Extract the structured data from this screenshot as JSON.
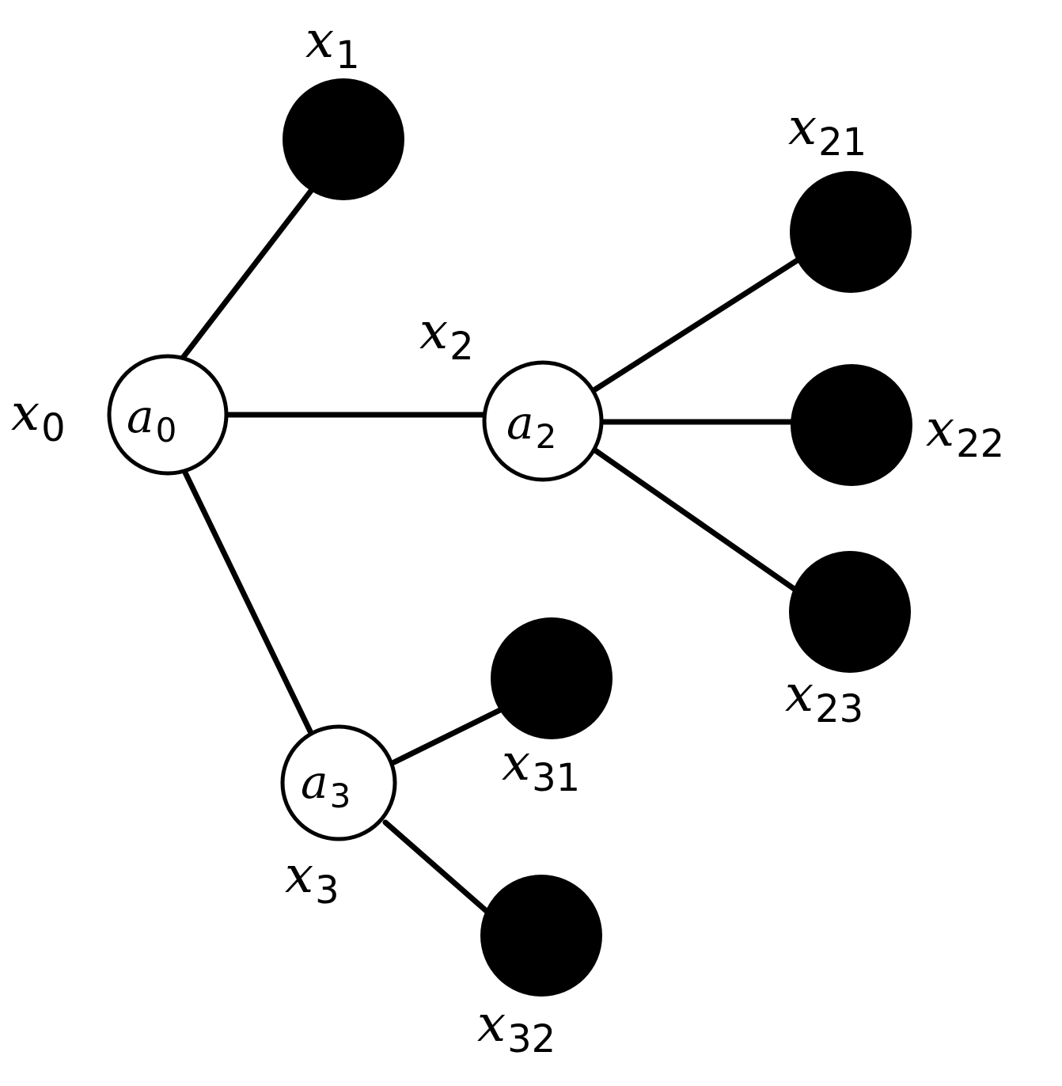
{
  "colors": {
    "stroke": "#000000",
    "leaf_fill": "#000000",
    "internal_fill": "#ffffff"
  },
  "nodes": {
    "a0": {
      "label_base": "x",
      "label_sub": "0",
      "inner_base": "a",
      "inner_sub": "0"
    },
    "a2": {
      "label_base": "x",
      "label_sub": "2",
      "inner_base": "a",
      "inner_sub": "2"
    },
    "a3": {
      "label_base": "x",
      "label_sub": "3",
      "inner_base": "a",
      "inner_sub": "3"
    },
    "x1": {
      "label_base": "x",
      "label_sub": "1"
    },
    "x21": {
      "label_base": "x",
      "label_sub": "21"
    },
    "x22": {
      "label_base": "x",
      "label_sub": "22"
    },
    "x23": {
      "label_base": "x",
      "label_sub": "23"
    },
    "x31": {
      "label_base": "x",
      "label_sub": "31"
    },
    "x32": {
      "label_base": "x",
      "label_sub": "32"
    }
  },
  "edges": [
    [
      "a0",
      "x1"
    ],
    [
      "a0",
      "a2"
    ],
    [
      "a0",
      "a3"
    ],
    [
      "a2",
      "x21"
    ],
    [
      "a2",
      "x22"
    ],
    [
      "a2",
      "x23"
    ],
    [
      "a3",
      "x31"
    ],
    [
      "a3",
      "x32"
    ]
  ]
}
